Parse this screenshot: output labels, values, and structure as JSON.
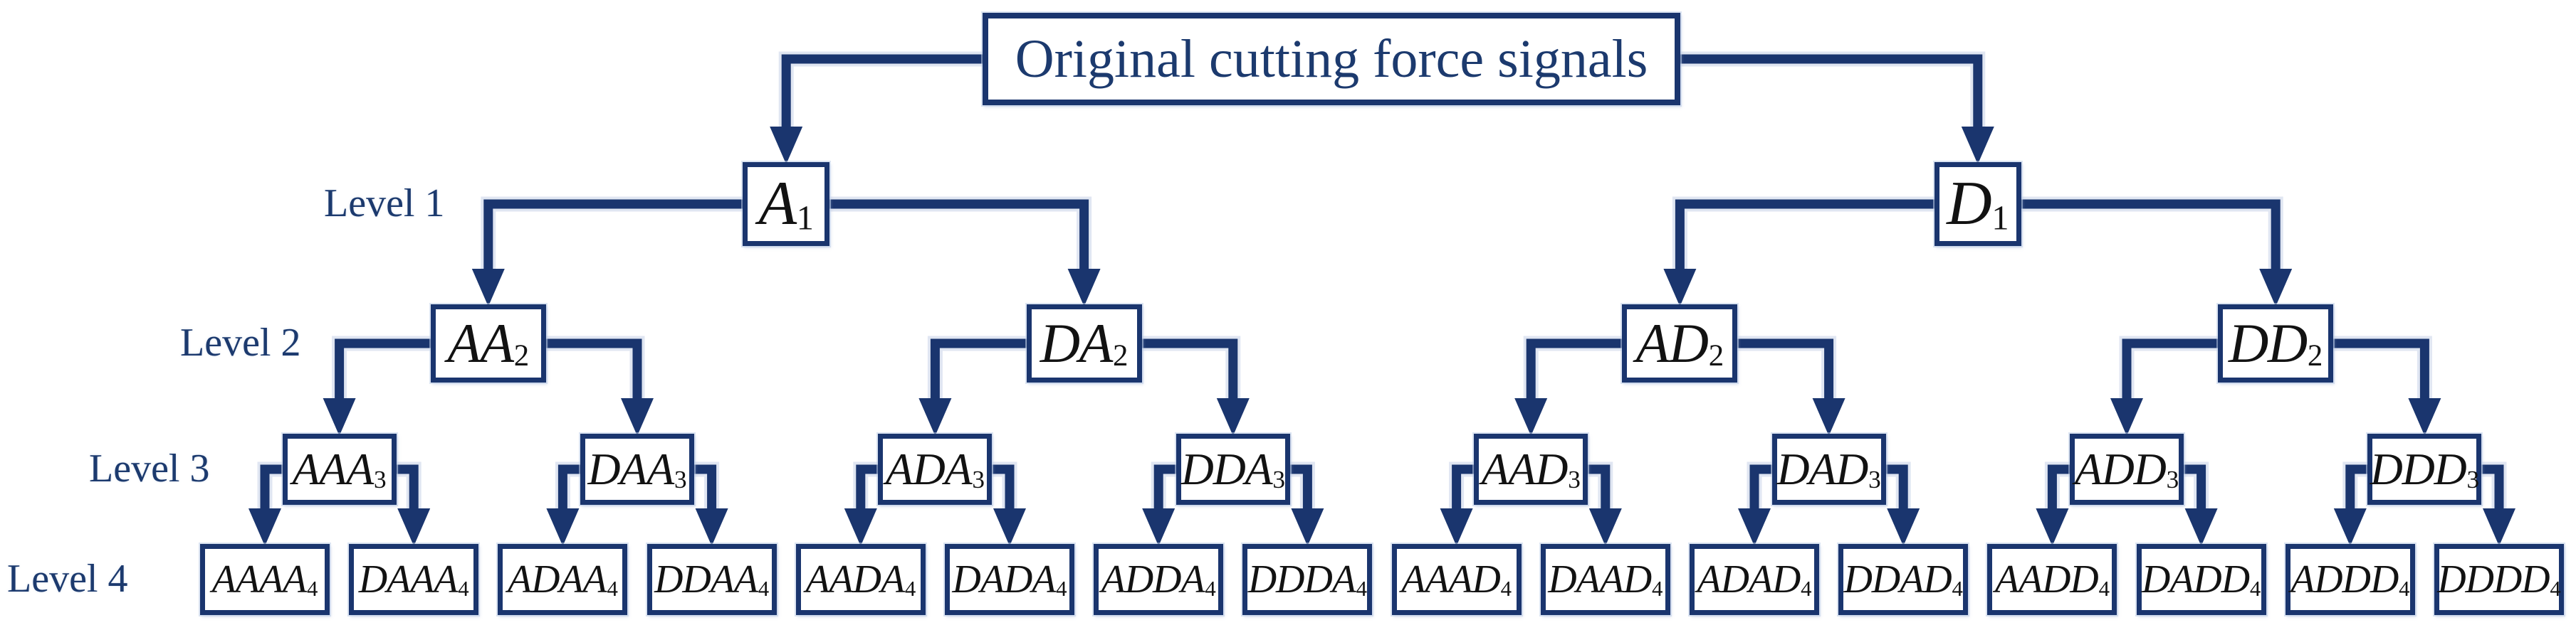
{
  "figure": {
    "description": "Wavelet packet decomposition tree of cutting force signals",
    "root_label": "Original cutting force signals",
    "level_labels": [
      "Level 1",
      "Level 2",
      "Level 3",
      "Level 4"
    ],
    "nodes": {
      "level1": [
        {
          "base": "A",
          "sub": "1"
        },
        {
          "base": "D",
          "sub": "1"
        }
      ],
      "level2": [
        {
          "base": "AA",
          "sub": "2"
        },
        {
          "base": "DA",
          "sub": "2"
        },
        {
          "base": "AD",
          "sub": "2"
        },
        {
          "base": "DD",
          "sub": "2"
        }
      ],
      "level3": [
        {
          "base": "AAA",
          "sub": "3"
        },
        {
          "base": "DAA",
          "sub": "3"
        },
        {
          "base": "ADA",
          "sub": "3"
        },
        {
          "base": "DDA",
          "sub": "3"
        },
        {
          "base": "AAD",
          "sub": "3"
        },
        {
          "base": "DAD",
          "sub": "3"
        },
        {
          "base": "ADD",
          "sub": "3"
        },
        {
          "base": "DDD",
          "sub": "3"
        }
      ],
      "level4": [
        {
          "base": "AAAA",
          "sub": "4"
        },
        {
          "base": "DAAA",
          "sub": "4"
        },
        {
          "base": "ADAA",
          "sub": "4"
        },
        {
          "base": "DDAA",
          "sub": "4"
        },
        {
          "base": "AADA",
          "sub": "4"
        },
        {
          "base": "DADA",
          "sub": "4"
        },
        {
          "base": "ADDA",
          "sub": "4"
        },
        {
          "base": "DDDA",
          "sub": "4"
        },
        {
          "base": "AAAD",
          "sub": "4"
        },
        {
          "base": "DAAD",
          "sub": "4"
        },
        {
          "base": "ADAD",
          "sub": "4"
        },
        {
          "base": "DDAD",
          "sub": "4"
        },
        {
          "base": "AADD",
          "sub": "4"
        },
        {
          "base": "DADD",
          "sub": "4"
        },
        {
          "base": "ADDD",
          "sub": "4"
        },
        {
          "base": "DDDD",
          "sub": "4"
        }
      ]
    },
    "colors": {
      "line": "#1a356e",
      "line_halo": "#c7d2e8",
      "box_border": "#1a356e",
      "node_text": "#121212",
      "label_text": "#1c3a6e",
      "background": "#ffffff"
    }
  }
}
